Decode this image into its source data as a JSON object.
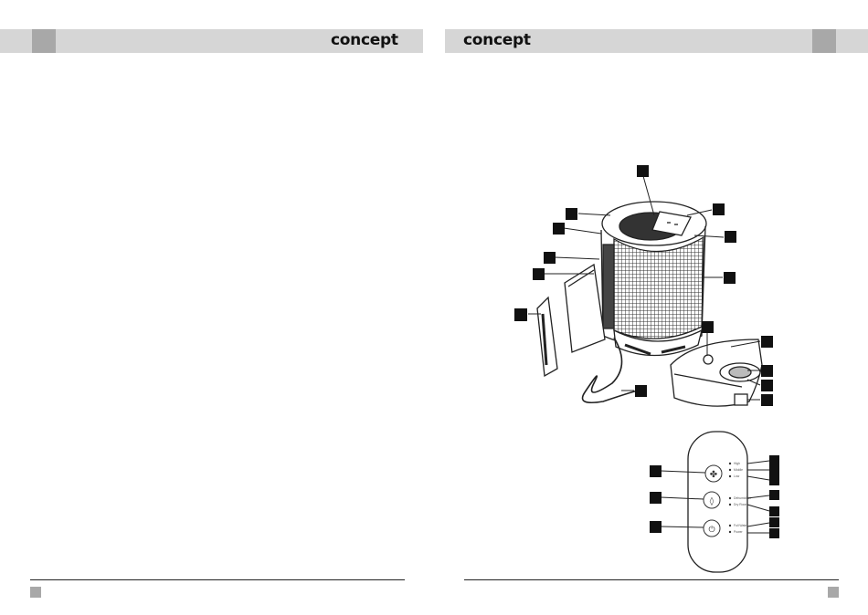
{
  "header": {
    "brand_left": "concept",
    "brand_right": "concept"
  },
  "remote": {
    "fan_labels": [
      "High",
      "Middle",
      "Low"
    ],
    "mode_labels": [
      "Dehumidifier",
      "Dry Room"
    ],
    "status_labels": [
      "Full Water",
      "Power"
    ]
  },
  "colors": {
    "header_bar": "#d6d6d6",
    "header_square": "#a8a8a8",
    "callout_box": "#111111",
    "line_art": "#222222"
  }
}
